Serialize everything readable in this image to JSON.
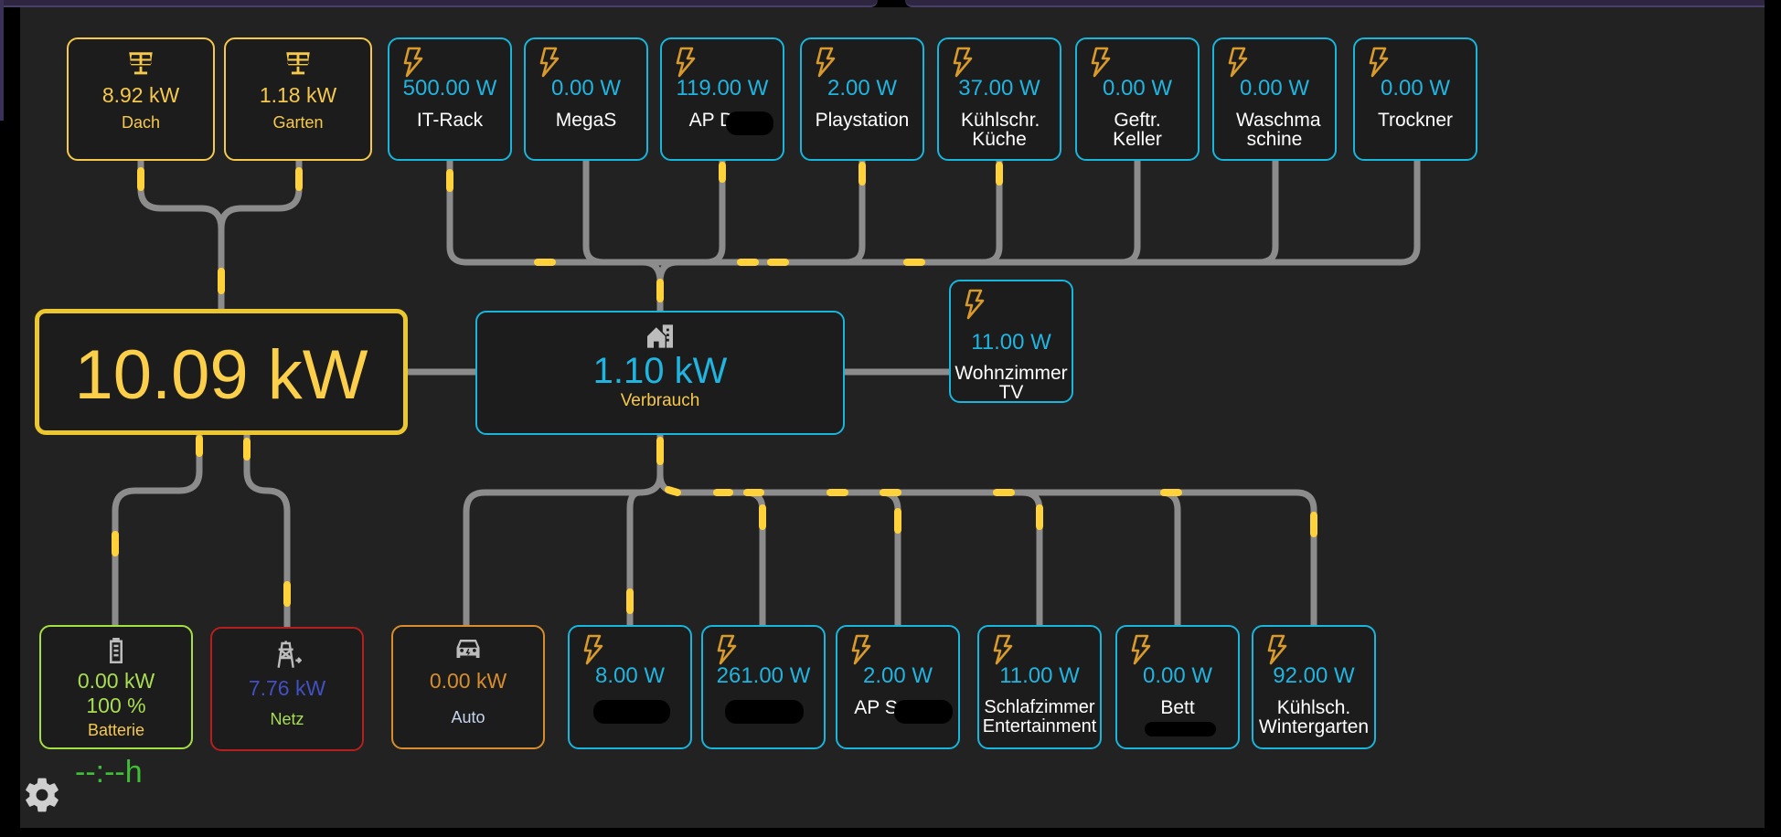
{
  "colors": {
    "consumer": "#18b5dc",
    "solar": "#f6c94c",
    "battery": "#a5e043",
    "grid": "#b5201f",
    "car": "#d88d2c",
    "line": "#8c8c8c",
    "flow_dot": "#ffd23c"
  },
  "solar": [
    {
      "value": "8.92 kW",
      "name": "Dach",
      "icon": "solar-panel-icon"
    },
    {
      "value": "1.18 kW",
      "name": "Garten",
      "icon": "solar-panel-icon"
    }
  ],
  "production": {
    "value": "10.09 kW"
  },
  "home": {
    "value": "1.10 kW",
    "name": "Verbrauch",
    "icon": "home-icon"
  },
  "battery": {
    "value": "0.00 kW",
    "percent": "100 %",
    "name": "Batterie",
    "icon": "battery-icon"
  },
  "grid": {
    "value": "7.76 kW",
    "name": "Netz",
    "icon": "power-pylon-icon"
  },
  "car": {
    "value": "0.00 kW",
    "name": "Auto",
    "icon": "car-icon"
  },
  "top_consumers": [
    {
      "value": "500.00 W",
      "name": "IT-Rack"
    },
    {
      "value": "0.00 W",
      "name": "MegaS"
    },
    {
      "value": "119.00 W",
      "name": "AP D"
    },
    {
      "value": "2.00 W",
      "name": "Playstation"
    },
    {
      "value": "37.00 W",
      "name": "Kühlschr. Küche"
    },
    {
      "value": "0.00 W",
      "name": "Geftr. Keller"
    },
    {
      "value": "0.00 W",
      "name": "Waschma schine"
    },
    {
      "value": "0.00 W",
      "name": "Trockner"
    }
  ],
  "side_consumer": {
    "value": "11.00 W",
    "name": "Wohnzimmer TV"
  },
  "bottom_consumers": [
    {
      "value": "8.00 W",
      "name": ""
    },
    {
      "value": "261.00 W",
      "name": ""
    },
    {
      "value": "2.00 W",
      "name": "AP S"
    },
    {
      "value": "11.00 W",
      "name": "Schlafzimmer Entertainment"
    },
    {
      "value": "0.00 W",
      "name": "Bett"
    },
    {
      "value": "92.00 W",
      "name": "Kühlsch. Wintergarten"
    }
  ],
  "footer": {
    "time": "--:--h",
    "settings_icon": "gear-icon"
  }
}
